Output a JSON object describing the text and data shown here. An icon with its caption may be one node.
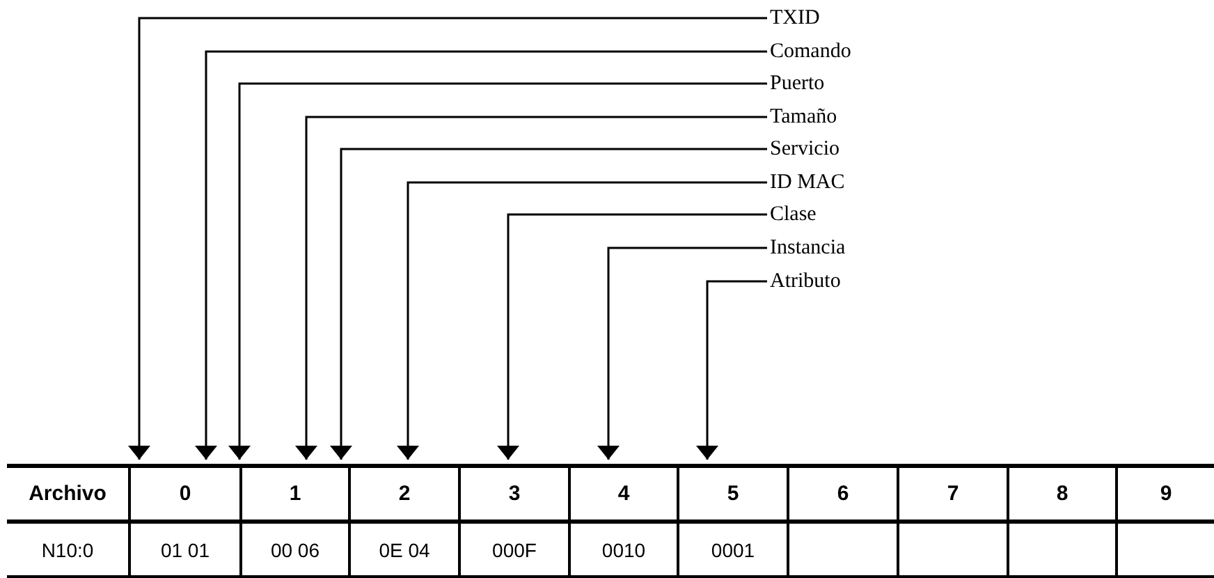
{
  "diagram": {
    "nodes": [
      {
        "text": [
          "TXID"
        ]
      },
      {
        "text": [
          "Comando"
        ]
      },
      {
        "text": [
          "Puerto"
        ]
      },
      {
        "text": [
          "Tamaño"
        ]
      },
      {
        "text": [
          "Servicio"
        ]
      },
      {
        "text": [
          "ID MAC"
        ]
      },
      {
        "text": [
          "Clase"
        ]
      },
      {
        "text": [
          "Instancia"
        ]
      },
      {
        "text": [
          "Atributo"
        ]
      }
    ],
    "edges": [
      {
        "from": 0,
        "to": null,
        "arrow": "to"
      },
      {
        "from": 1,
        "to": null,
        "arrow": "to"
      },
      {
        "from": 2,
        "to": null,
        "arrow": "to"
      },
      {
        "from": 3,
        "to": null,
        "arrow": "to"
      },
      {
        "from": 4,
        "to": null,
        "arrow": "to"
      },
      {
        "from": 5,
        "to": null,
        "arrow": "to"
      },
      {
        "from": 6,
        "to": null,
        "arrow": "to"
      },
      {
        "from": 7,
        "to": null,
        "arrow": "to"
      },
      {
        "from": 8,
        "to": null,
        "arrow": "to"
      }
    ],
    "labels": [
      "Archivo",
      "0",
      "1",
      "2",
      "3",
      "4",
      "5",
      "6",
      "7",
      "8",
      "9",
      "N10:0",
      "01 01",
      "00 06",
      "0E 04",
      "000F",
      "0010",
      "0001"
    ]
  }
}
